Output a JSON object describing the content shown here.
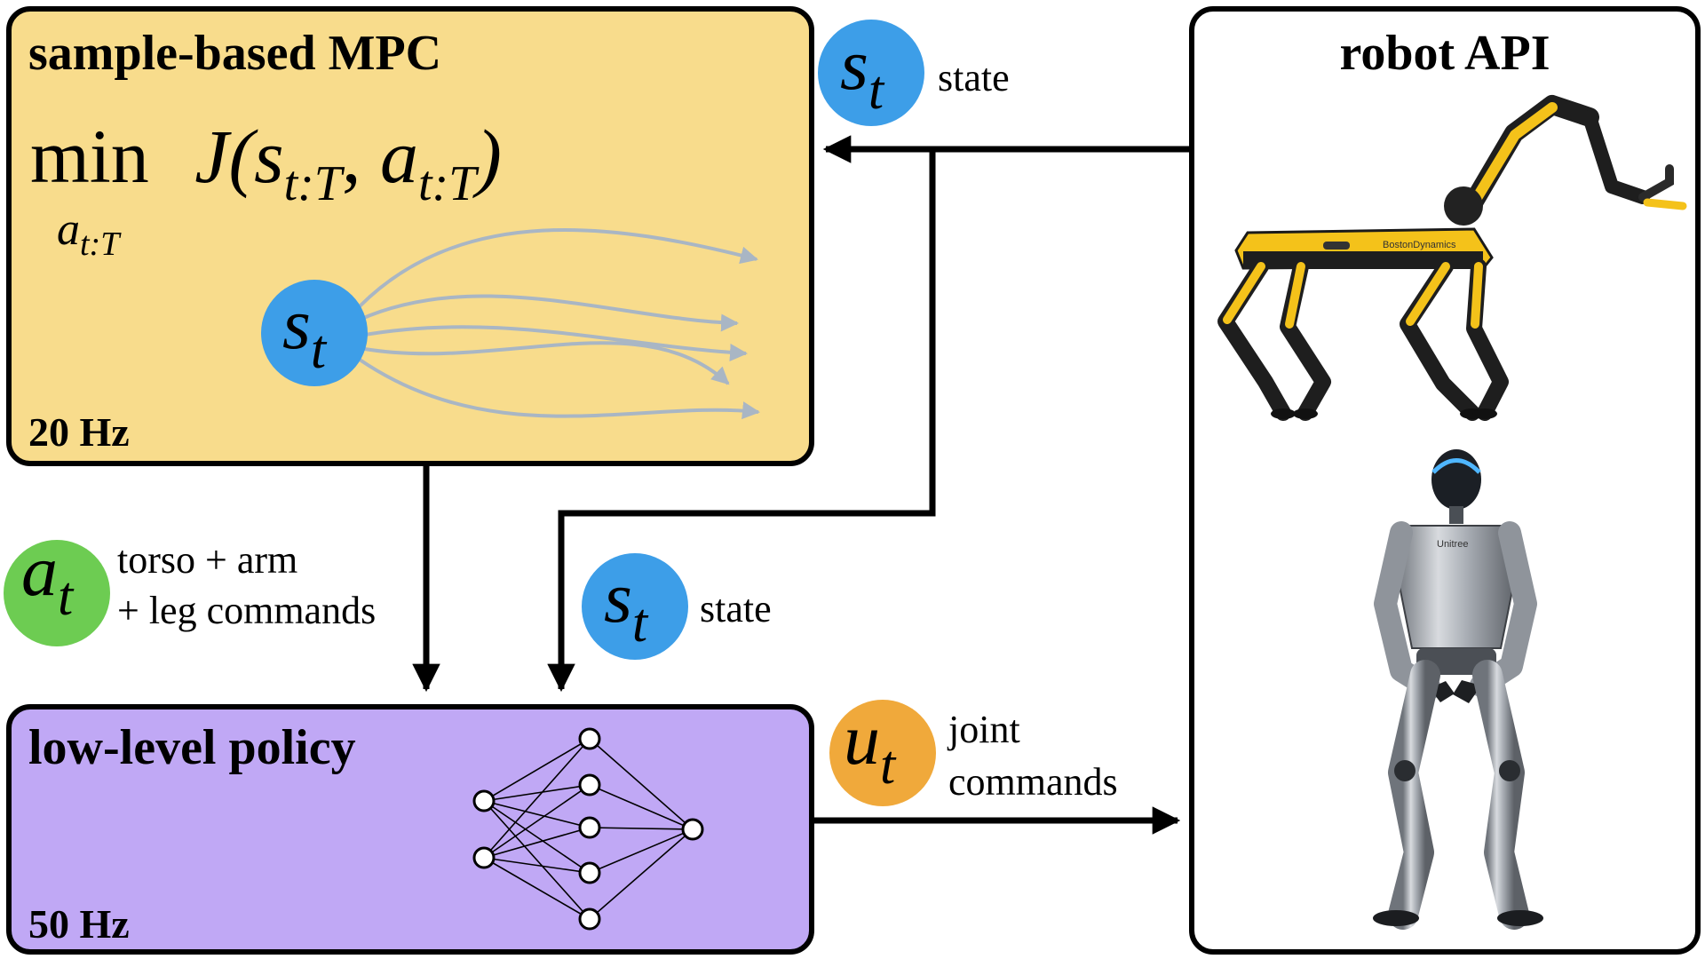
{
  "mpc_block": {
    "title": "sample-based MPC",
    "objective": {
      "op": "min",
      "fn": "J(",
      "arg1": "s",
      "arg1_sub": "t:T",
      "comma": ", ",
      "arg2": "a",
      "arg2_sub": "t:T",
      "close": ")",
      "under": "a",
      "under_sub": "t:T"
    },
    "state_var": "s",
    "state_sub": "t",
    "rate": "20 Hz"
  },
  "policy_block": {
    "title": "low-level policy",
    "rate": "50 Hz"
  },
  "robot_block": {
    "title": "robot API",
    "quadruped_brand": "BostonDynamics",
    "humanoid_brand": "Unitree"
  },
  "signals": {
    "state_top": {
      "var": "s",
      "sub": "t",
      "label": "state"
    },
    "state_mid": {
      "var": "s",
      "sub": "t",
      "label": "state"
    },
    "action": {
      "var": "a",
      "sub": "t",
      "line1": "torso + arm",
      "line2": "+ leg commands"
    },
    "joint": {
      "var": "u",
      "sub": "t",
      "line1": "joint",
      "line2": "commands"
    }
  },
  "colors": {
    "mpc_fill": "#f8dc8c",
    "policy_fill": "#c0a8f5",
    "state_circle": "#3d9ee8",
    "action_circle": "#6dcc52",
    "joint_circle": "#f0a93b",
    "trajectory": "#a9b6c4",
    "quadruped_yellow": "#f4c21a"
  }
}
